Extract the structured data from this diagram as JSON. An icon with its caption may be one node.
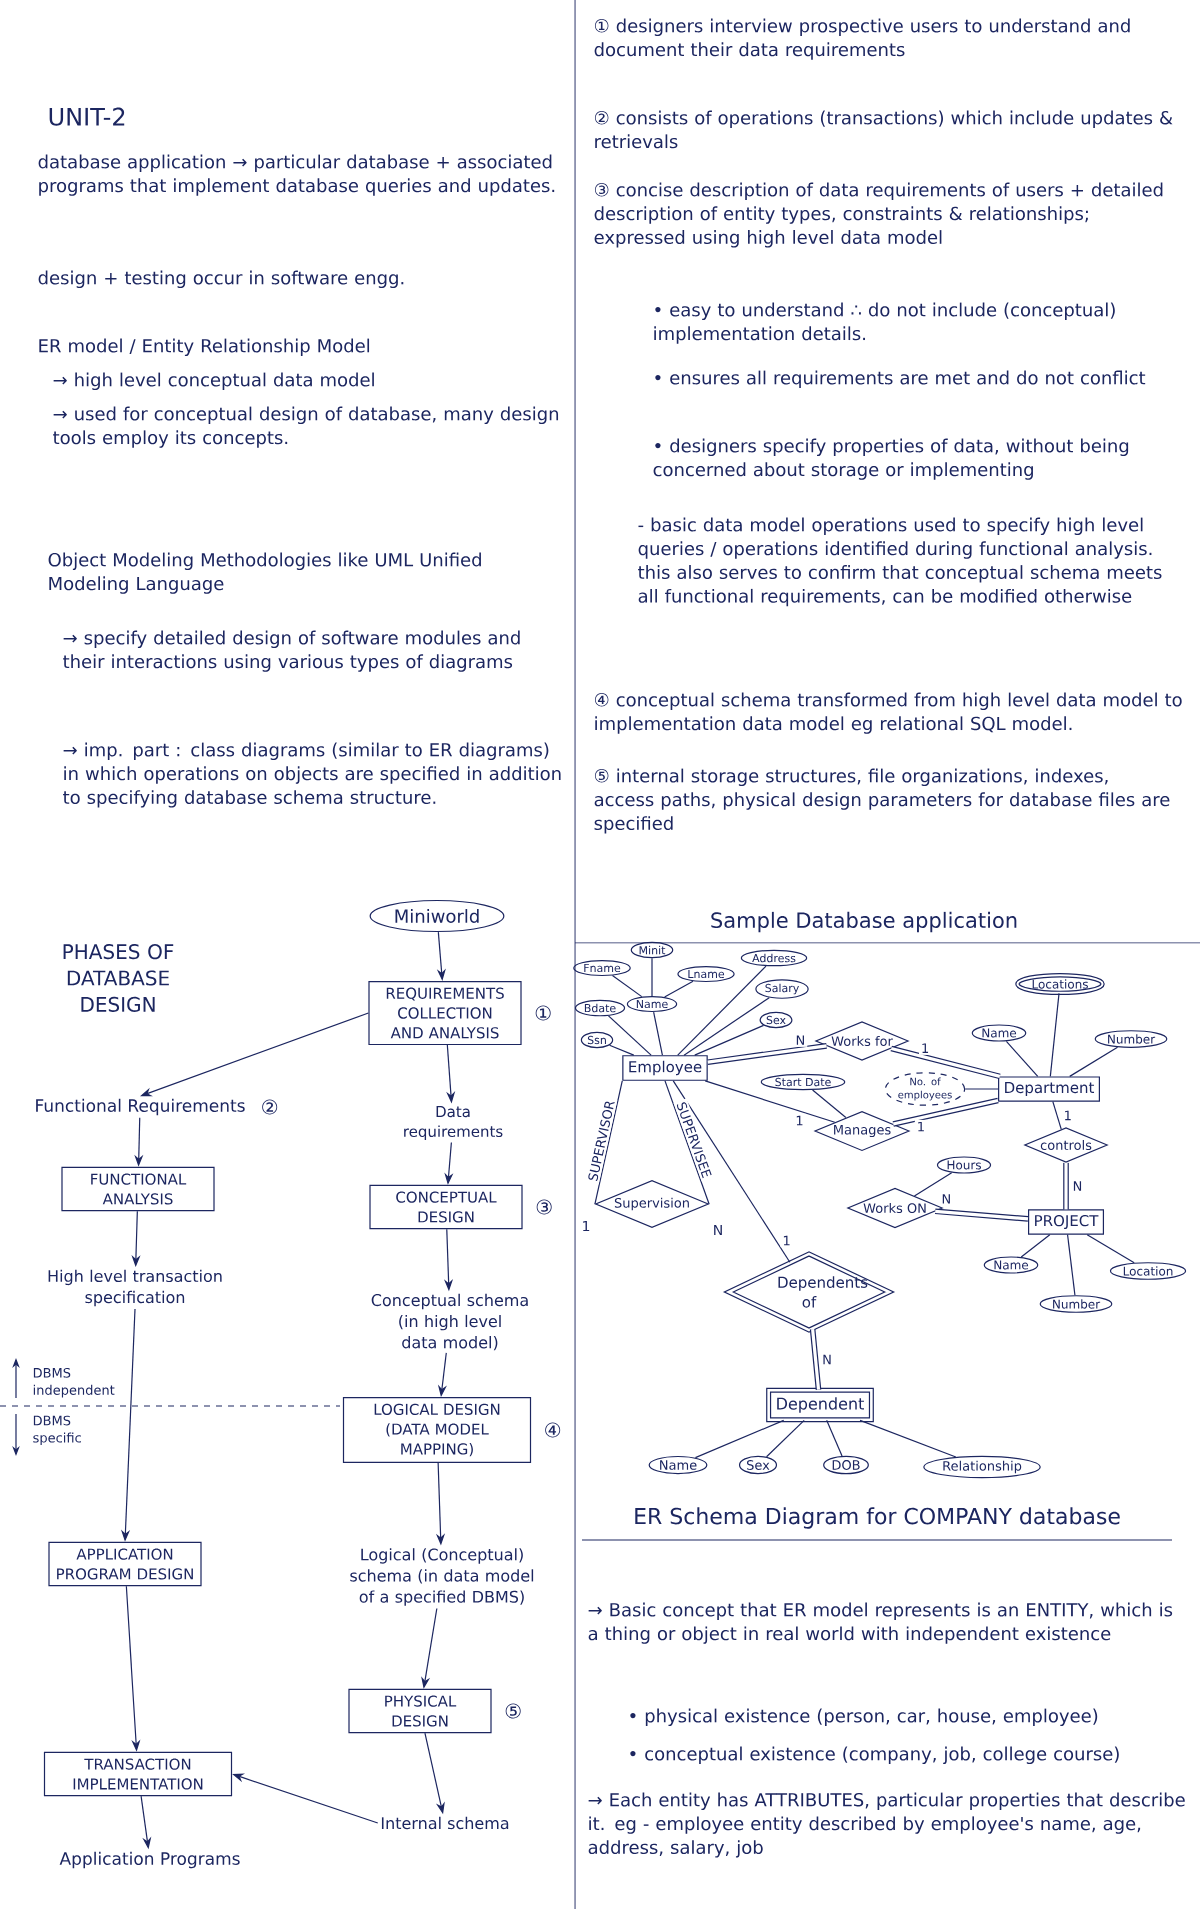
{
  "diagram": {
    "nodes": [
      {
        "text": [
          "Miniworld"
        ]
      },
      {
        "text": [
          "REQUIREMENTS COLLECTION AND ANALYSIS"
        ],
        "beside": [
          "①"
        ]
      },
      {
        "text": [
          "Functional Requirements"
        ],
        "beside": [
          "②"
        ]
      },
      {
        "text": [
          "Data requirements"
        ]
      },
      {
        "text": [
          "FUNCTIONAL ANALYSIS"
        ]
      },
      {
        "text": [
          "CONCEPTUAL DESIGN"
        ],
        "beside": [
          "③"
        ]
      },
      {
        "text": [
          "High level transaction specification"
        ]
      },
      {
        "text": [
          "Conceptual schema (in high level data model)"
        ]
      },
      {
        "text": [
          "LOGICAL DESIGN (DATA MODEL MAPPING)"
        ],
        "beside": [
          "④"
        ]
      },
      {
        "text": [
          "APPLICATION PROGRAM DESIGN"
        ]
      },
      {
        "text": [
          "Logical (Conceptual) schema (in data model of a specified DBMS)"
        ]
      },
      {
        "text": [
          "PHYSICAL DESIGN"
        ],
        "beside": [
          "⑤"
        ]
      },
      {
        "text": [
          "TRANSACTION IMPLEMENTATION"
        ]
      },
      {
        "text": [
          "Internal schema"
        ]
      },
      {
        "text": [
          "Application Programs"
        ]
      },
      {
        "text": [
          "Fname"
        ]
      },
      {
        "text": [
          "Minit"
        ]
      },
      {
        "text": [
          "Lname"
        ]
      },
      {
        "text": [
          "Name"
        ]
      },
      {
        "text": [
          "Address"
        ]
      },
      {
        "text": [
          "Bdate"
        ]
      },
      {
        "text": [
          "Salary"
        ]
      },
      {
        "text": [
          "Ssn"
        ]
      },
      {
        "text": [
          "Sex"
        ]
      },
      {
        "text": [
          "Employee"
        ]
      },
      {
        "text": [
          "Works for"
        ]
      },
      {
        "text": [
          "Locations"
        ]
      },
      {
        "text": [
          "Name"
        ]
      },
      {
        "text": [
          "Number"
        ]
      },
      {
        "text": [
          "Start Date"
        ]
      },
      {
        "text": [
          "No. of employees"
        ]
      },
      {
        "text": [
          "Department"
        ]
      },
      {
        "text": [
          "Manages"
        ]
      },
      {
        "text": [
          "controls"
        ]
      },
      {
        "text": [
          "Hours"
        ]
      },
      {
        "text": [
          "Supervision"
        ]
      },
      {
        "text": [
          "Works ON"
        ]
      },
      {
        "text": [
          "PROJECT"
        ]
      },
      {
        "text": [
          "Name"
        ]
      },
      {
        "text": [
          "Location"
        ]
      },
      {
        "text": [
          "Number"
        ]
      },
      {
        "text": [
          "Dependents of"
        ]
      },
      {
        "text": [
          "Dependent"
        ]
      },
      {
        "text": [
          "Name"
        ]
      },
      {
        "text": [
          "Sex"
        ]
      },
      {
        "text": [
          "DOB"
        ]
      },
      {
        "text": [
          "Relationship"
        ]
      }
    ],
    "edges": [
      {
        "from": 0,
        "to": 1,
        "arrow": "to"
      },
      {
        "from": 1,
        "to": 2,
        "arrow": "to"
      },
      {
        "from": 1,
        "to": 3,
        "arrow": "to"
      },
      {
        "from": 2,
        "to": 4,
        "arrow": "to"
      },
      {
        "from": 3,
        "to": 5,
        "arrow": "to"
      },
      {
        "from": 4,
        "to": 6,
        "arrow": "to"
      },
      {
        "from": 5,
        "to": 7,
        "arrow": "to"
      },
      {
        "from": 6,
        "to": 9,
        "arrow": "to"
      },
      {
        "from": 7,
        "to": 8,
        "arrow": "to"
      },
      {
        "from": 8,
        "to": 10,
        "arrow": "to"
      },
      {
        "from": 9,
        "to": 12,
        "arrow": "to"
      },
      {
        "from": 10,
        "to": 11,
        "arrow": "to"
      },
      {
        "from": 11,
        "to": 13,
        "arrow": "to"
      },
      {
        "from": 13,
        "to": 12,
        "arrow": "to"
      },
      {
        "from": 12,
        "to": 14,
        "arrow": "to"
      },
      {
        "from": 15,
        "to": 18,
        "arrow": "none"
      },
      {
        "from": 16,
        "to": 18,
        "arrow": "none"
      },
      {
        "from": 17,
        "to": 18,
        "arrow": "none"
      },
      {
        "from": 18,
        "to": 24,
        "arrow": "none"
      },
      {
        "from": 19,
        "to": 24,
        "arrow": "none"
      },
      {
        "from": 20,
        "to": 24,
        "arrow": "none"
      },
      {
        "from": 21,
        "to": 24,
        "arrow": "none"
      },
      {
        "from": 22,
        "to": 24,
        "arrow": "none"
      },
      {
        "from": 23,
        "to": 24,
        "arrow": "none"
      },
      {
        "from": 24,
        "to": 25,
        "arrow": "none",
        "label": "N",
        "style": "thick"
      },
      {
        "from": 25,
        "to": 31,
        "arrow": "none",
        "label": "1",
        "style": "thick"
      },
      {
        "from": 26,
        "to": 31,
        "arrow": "none"
      },
      {
        "from": 27,
        "to": 31,
        "arrow": "none"
      },
      {
        "from": 28,
        "to": 31,
        "arrow": "none"
      },
      {
        "from": 29,
        "to": 32,
        "arrow": "none"
      },
      {
        "from": 30,
        "to": 31,
        "arrow": "none"
      },
      {
        "from": 24,
        "to": 32,
        "arrow": "none",
        "label": "1"
      },
      {
        "from": 32,
        "to": 31,
        "arrow": "none",
        "label": "1",
        "style": "thick"
      },
      {
        "from": 31,
        "to": 33,
        "arrow": "none",
        "label": "1"
      },
      {
        "from": 33,
        "to": 37,
        "arrow": "none",
        "label": "N",
        "style": "thick"
      },
      {
        "from": 34,
        "to": 36,
        "arrow": "none"
      },
      {
        "from": 36,
        "to": 37,
        "arrow": "none",
        "label": "N",
        "style": "thick"
      },
      {
        "from": 24,
        "to": 35,
        "arrow": "none",
        "label": "SUPERVISOR"
      },
      {
        "from": 24,
        "to": 35,
        "arrow": "none",
        "label": "SUPERVISEE"
      },
      {
        "from": 24,
        "to": 41,
        "arrow": "none",
        "label": "1"
      },
      {
        "from": 41,
        "to": 42,
        "arrow": "none",
        "label": "N",
        "style": "thick"
      },
      {
        "from": 43,
        "to": 42,
        "arrow": "none"
      },
      {
        "from": 44,
        "to": 42,
        "arrow": "none"
      },
      {
        "from": 45,
        "to": 42,
        "arrow": "none"
      },
      {
        "from": 46,
        "to": 42,
        "arrow": "none"
      },
      {
        "from": 38,
        "to": 37,
        "arrow": "none"
      },
      {
        "from": 39,
        "to": 37,
        "arrow": "none"
      },
      {
        "from": 40,
        "to": 37,
        "arrow": "none"
      }
    ],
    "labels": [
      "UNIT-2",
      "database application → particular database + associated programs that implement database queries and updates.",
      "design + testing occur in software engg.",
      "ER model / Entity Relationship Model",
      "→ high level conceptual data model",
      "→ used for conceptual design of database, many design tools employ its concepts.",
      "Object Modeling Methodologies like UML Unified Modeling Language",
      "→ specify detailed design of software modules and their interactions using various types of diagrams",
      "→ imp. part : class diagrams (similar to ER diagrams) in which operations on objects are specified in addition to specifying database schema structure.",
      "① designers interview prospective users to understand and document their data requirements",
      "② consists of operations (transactions) which include updates & retrievals",
      "③ concise description of data requirements of users + detailed description of entity types, constraints & relationships; expressed using high level data model",
      "• easy to understand ∴ do not include (conceptual) implementation details.",
      "• ensures all requirements are met and do not conflict",
      "• designers specify properties of data, without being concerned about storage or implementing",
      "- basic data model operations used to specify high level queries / operations identified during functional analysis. this also serves to confirm that conceptual schema meets all functional requirements, can be modified otherwise",
      "④ conceptual schema transformed from high level data model to implementation data model eg relational SQL model.",
      "⑤ internal storage structures, file organizations, indexes, access paths, physical design parameters for database files are specified",
      "PHASES OF DATABASE DESIGN",
      "Sample Database application",
      "DBMS independent",
      "DBMS specific",
      "1",
      "N",
      "ER Schema Diagram for COMPANY database",
      "→ Basic concept that ER model represents is an ENTITY, which is a thing or object in real world with independent existence",
      "• physical existence (person, car, house, employee)",
      "• conceptual existence (company, job, college course)",
      "→ Each entity has ATTRIBUTES, particular properties that describe it. eg - employee entity described by employee's name, age, address, salary, job"
    ]
  }
}
